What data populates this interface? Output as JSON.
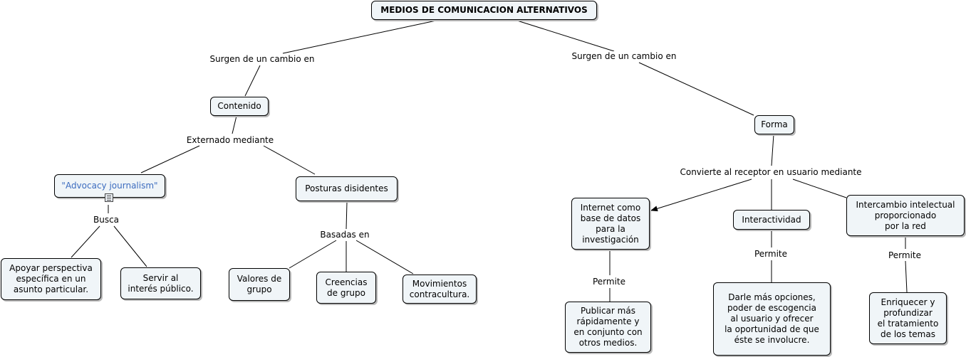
{
  "concepts": {
    "root": "MEDIOS DE COMUNICACION ALTERNATIVOS",
    "contenido": "Contenido",
    "forma": "Forma",
    "advocacy": "\"Advocacy journalism\"",
    "posturas": "Posturas disidentes",
    "apoyar": "Apoyar perspectiva\nespecífica en un\nasunto particular.",
    "servir": "Servir al\ninterés público.",
    "valores": "Valores de\ngrupo",
    "creencias": "Creencias\nde grupo",
    "movimientos": "Movimientos\ncontracultura.",
    "internet": "Internet como\nbase de datos\npara la\ninvestigación",
    "interactividad": "Interactividad",
    "intercambio": "Intercambio intelectual\nproporcionado\npor la red",
    "publicar": "Publicar más\nrápidamente y\nen conjunto con\notros medios.",
    "darle": "Darle más opciones,\npoder de escogencia\nal usuario y ofrecer\nla oportunidad de que\néste se involucre.",
    "enriquecer": "Enriquecer y\nprofundizar\nel tratamiento\nde los temas"
  },
  "links": {
    "surgen_left": "Surgen de un cambio en",
    "surgen_right": "Surgen de un cambio en",
    "externado": "Externado mediante",
    "convierte": "Convierte al receptor en usuario mediante",
    "busca": "Busca",
    "basadas": "Basadas en",
    "permite_internet": "Permite",
    "permite_interactividad": "Permite",
    "permite_intercambio": "Permite"
  },
  "colors": {
    "node_fill": "#f0f5f8",
    "link_blue": "#3c6cbf"
  },
  "icons": {
    "advocacy_resource": "document-list-icon"
  }
}
